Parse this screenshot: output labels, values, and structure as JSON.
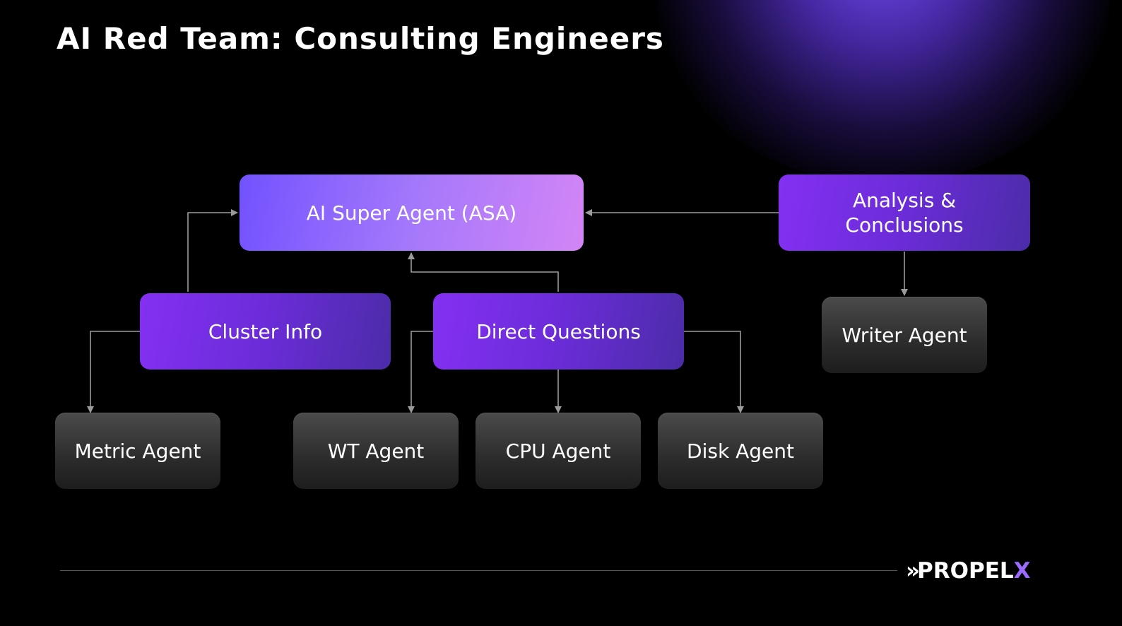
{
  "slide": {
    "title": "AI Red Team: Consulting Engineers"
  },
  "diagram": {
    "nodes": {
      "asa": "AI Super Agent (ASA)",
      "analysis": "Analysis & Conclusions",
      "cluster_info": "Cluster Info",
      "direct_questions": "Direct Questions",
      "writer_agent": "Writer Agent",
      "metric_agent": "Metric Agent",
      "wt_agent": "WT Agent",
      "cpu_agent": "CPU Agent",
      "disk_agent": "Disk Agent"
    },
    "edges": [
      {
        "from": "Cluster Info",
        "to": "AI Super Agent (ASA)"
      },
      {
        "from": "Direct Questions",
        "to": "AI Super Agent (ASA)"
      },
      {
        "from": "Analysis & Conclusions",
        "to": "AI Super Agent (ASA)"
      },
      {
        "from": "Analysis & Conclusions",
        "to": "Writer Agent"
      },
      {
        "from": "Cluster Info",
        "to": "Metric Agent"
      },
      {
        "from": "Direct Questions",
        "to": "WT Agent"
      },
      {
        "from": "Direct Questions",
        "to": "CPU Agent"
      },
      {
        "from": "Direct Questions",
        "to": "Disk Agent"
      }
    ]
  },
  "footer": {
    "logo_mark": "»",
    "logo_text": "PROPEL",
    "logo_accent": "X"
  },
  "colors": {
    "background": "#000000",
    "asa_gradient": [
      "#7252ff",
      "#d385f6"
    ],
    "purple_gradient": [
      "#8430f2",
      "#4b2ca8"
    ],
    "gray_box": "#2c2c2c",
    "connector": "#9a9a9a",
    "logo_accent": "#9b6bff"
  }
}
